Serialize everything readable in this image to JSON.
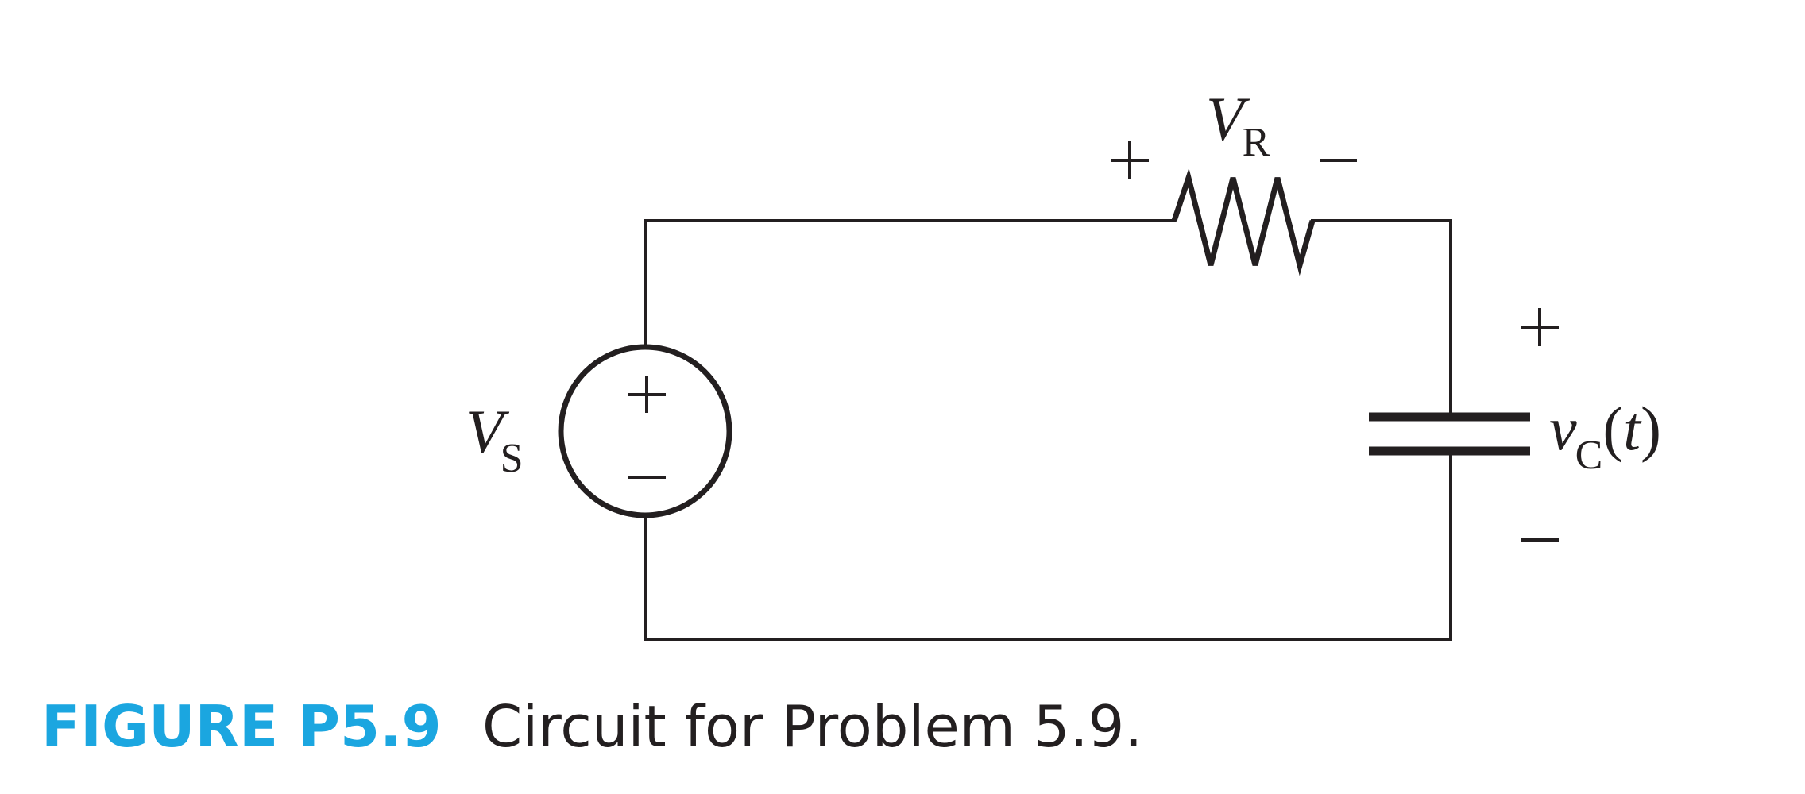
{
  "caption": {
    "figure_number": "FIGURE P5.9",
    "text": "Circuit for Problem 5.9."
  },
  "components": {
    "source": {
      "symbol": "V",
      "subscript": "S",
      "plus": "+",
      "minus": "—"
    },
    "resistor": {
      "symbol": "V",
      "subscript": "R",
      "plus": "+",
      "minus": "—"
    },
    "capacitor": {
      "symbol": "v",
      "subscript": "C",
      "arg_open": "(",
      "arg": "t",
      "arg_close": ")",
      "plus": "+",
      "minus": "—"
    }
  },
  "colors": {
    "line": "#231f20",
    "caption_accent": "#1ba6e0"
  }
}
